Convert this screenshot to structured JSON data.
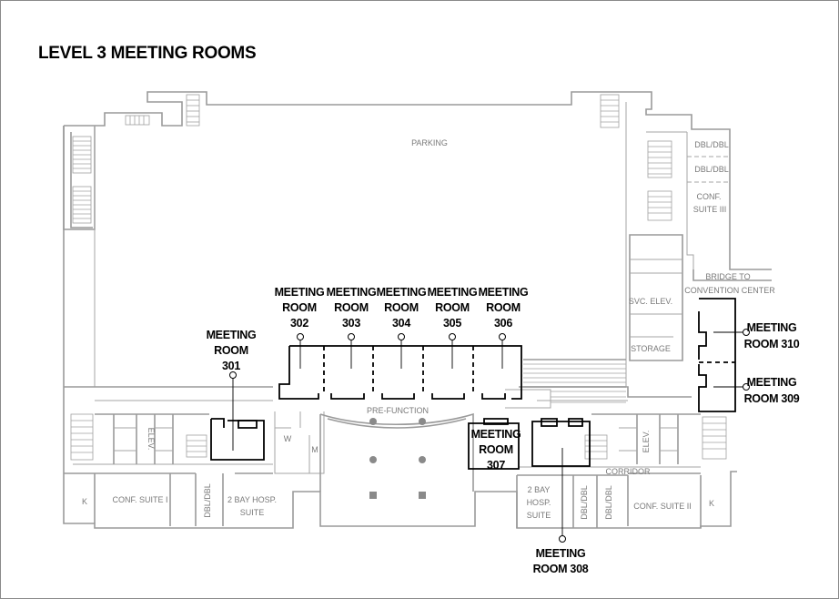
{
  "title": "LEVEL 3 MEETING ROOMS",
  "areas": {
    "parking": "PARKING",
    "pre_function": "PRE-FUNCTION",
    "corridor": "CORRIDOR",
    "storage": "STORAGE",
    "svc_elev": "SVC. ELEV.",
    "elev": "ELEV.",
    "bridge_1": "BRIDGE TO",
    "bridge_2": "CONVENTION CENTER",
    "dbl_dbl": "DBL/DBL",
    "conf_suite_i": "CONF. SUITE I",
    "conf_suite_ii": "CONF. SUITE II",
    "conf_suite_iii_1": "CONF.",
    "conf_suite_iii_2": "SUITE III",
    "hosp_1": "2 BAY HOSP.",
    "hosp_2": "SUITE",
    "hosp_b1": "2 BAY",
    "hosp_b2": "HOSP.",
    "hosp_b3": "SUITE",
    "k": "K",
    "w": "W",
    "m": "M"
  },
  "rooms": {
    "meeting": "MEETING",
    "room": "ROOM",
    "r301": "301",
    "r302": "302",
    "r303": "303",
    "r304": "304",
    "r305": "305",
    "r306": "306",
    "r307": "307",
    "r308": "ROOM 308",
    "r309": "ROOM 309",
    "r310": "ROOM 310"
  },
  "colors": {
    "walls": "#9a9a9a",
    "meeting_rooms": "#000000",
    "fixtures": "#7a7a7a"
  }
}
